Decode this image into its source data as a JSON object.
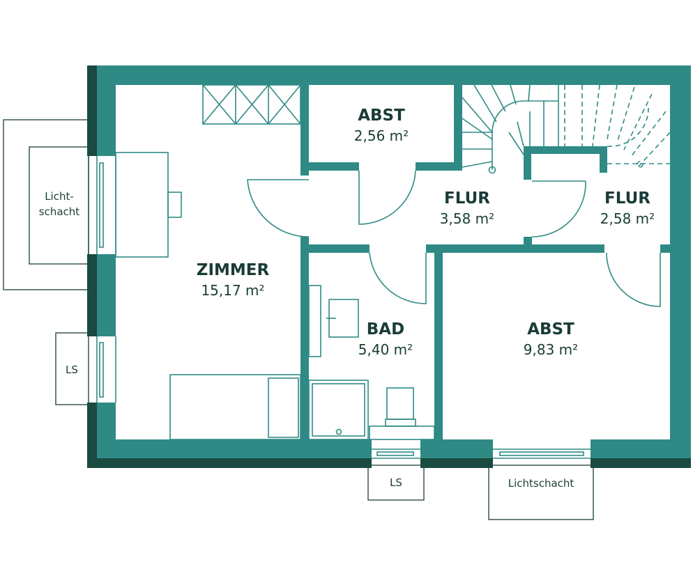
{
  "rooms": [
    {
      "name": "ZIMMER",
      "area": "15,17 m²"
    },
    {
      "name": "ABST",
      "area": "2,56 m²"
    },
    {
      "name": "FLUR",
      "area": "3,58 m²"
    },
    {
      "name": "FLUR",
      "area": "2,58 m²"
    },
    {
      "name": "BAD",
      "area": "5,40 m²"
    },
    {
      "name": "ABST",
      "area": "9,83 m²"
    }
  ],
  "exterior": {
    "lichtschacht_left_line1": "Licht-",
    "lichtschacht_left_line2": "schacht",
    "ls_left": "LS",
    "ls_bottom": "LS",
    "lichtschacht_bottom": "Lichtschacht"
  },
  "colors": {
    "wall": "#2f8a85",
    "wall_dark": "#1a4a40",
    "text": "#1a3c36"
  }
}
